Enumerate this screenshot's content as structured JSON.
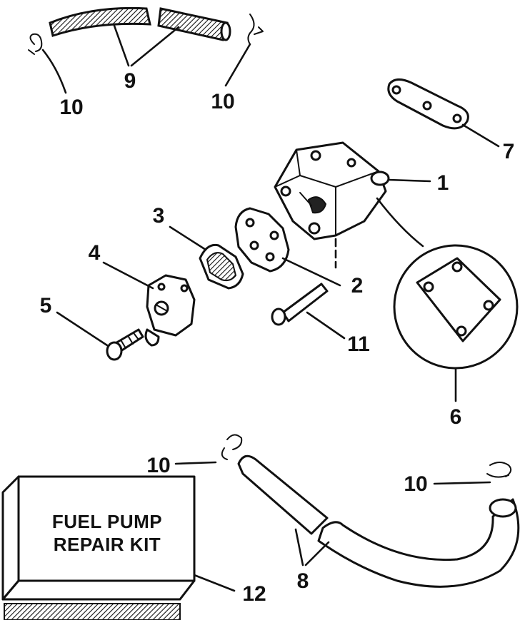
{
  "callouts": {
    "c1": "1",
    "c2": "2",
    "c3": "3",
    "c4": "4",
    "c5": "5",
    "c6": "6",
    "c7": "7",
    "c8": "8",
    "c9": "9",
    "c10a": "10",
    "c10b": "10",
    "c10c": "10",
    "c10d": "10",
    "c11": "11",
    "c12": "12"
  },
  "kit": {
    "line1": "FUEL PUMP",
    "line2": "REPAIR KIT"
  }
}
